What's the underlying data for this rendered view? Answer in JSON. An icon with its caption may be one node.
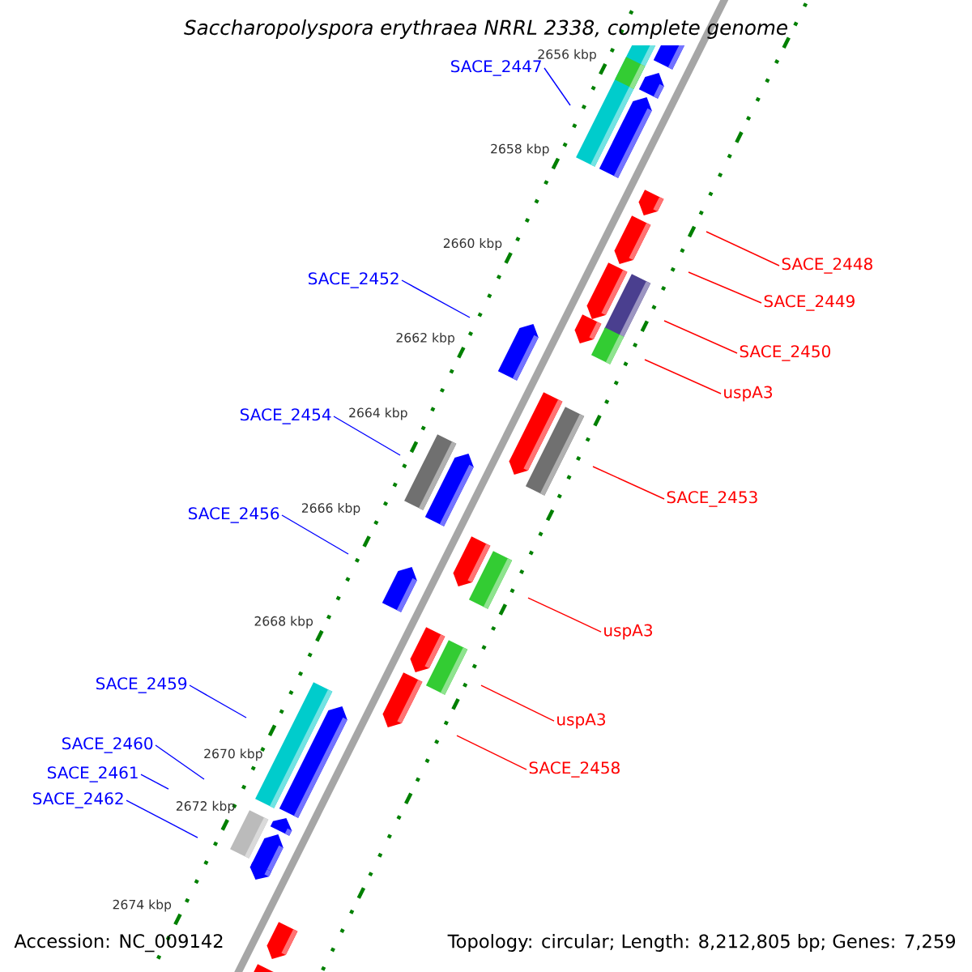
{
  "diagram": {
    "title": "Saccharopolyspora erythraea NRRL 2338, complete genome",
    "nodes": [
      {
        "text": [
          "SACE_2447"
        ]
      },
      {
        "text": [
          "SACE_2448"
        ]
      },
      {
        "text": [
          "SACE_2452"
        ]
      },
      {
        "text": [
          "SACE_2449"
        ]
      },
      {
        "text": [
          "SACE_2450"
        ]
      },
      {
        "text": [
          "uspA3"
        ]
      },
      {
        "text": [
          "SACE_2454"
        ]
      },
      {
        "text": [
          "SACE_2453"
        ]
      },
      {
        "text": [
          "SACE_2456"
        ]
      },
      {
        "text": [
          "uspA3"
        ]
      },
      {
        "text": [
          "SACE_2459"
        ]
      },
      {
        "text": [
          "uspA3"
        ]
      },
      {
        "text": [
          "SACE_2460"
        ]
      },
      {
        "text": [
          "SACE_2458"
        ]
      },
      {
        "text": [
          "SACE_2461"
        ]
      },
      {
        "text": [
          "SACE_2462"
        ]
      }
    ],
    "edges": [
      {
        "from": 0,
        "to": null,
        "arrow": "none",
        "color": "#0000ff"
      },
      {
        "from": 1,
        "to": null,
        "arrow": "none",
        "color": "#ff0000"
      },
      {
        "from": 2,
        "to": null,
        "arrow": "none",
        "color": "#0000ff"
      },
      {
        "from": 3,
        "to": null,
        "arrow": "none",
        "color": "#ff0000"
      },
      {
        "from": 4,
        "to": null,
        "arrow": "none",
        "color": "#ff0000"
      },
      {
        "from": 5,
        "to": null,
        "arrow": "none",
        "color": "#ff0000"
      },
      {
        "from": 6,
        "to": null,
        "arrow": "none",
        "color": "#0000ff"
      },
      {
        "from": 7,
        "to": null,
        "arrow": "none",
        "color": "#ff0000"
      },
      {
        "from": 8,
        "to": null,
        "arrow": "none",
        "color": "#0000ff"
      },
      {
        "from": 9,
        "to": null,
        "arrow": "none",
        "color": "#ff0000"
      },
      {
        "from": 10,
        "to": null,
        "arrow": "none",
        "color": "#0000ff"
      },
      {
        "from": 11,
        "to": null,
        "arrow": "none",
        "color": "#ff0000"
      },
      {
        "from": 12,
        "to": null,
        "arrow": "none",
        "color": "#0000ff"
      },
      {
        "from": 13,
        "to": null,
        "arrow": "none",
        "color": "#ff0000"
      },
      {
        "from": 14,
        "to": null,
        "arrow": "none",
        "color": "#0000ff"
      },
      {
        "from": 15,
        "to": null,
        "arrow": "none",
        "color": "#0000ff"
      }
    ],
    "labels": [
      "2656 kbp",
      "2658 kbp",
      "2660 kbp",
      "2662 kbp",
      "2664 kbp",
      "2666 kbp",
      "2668 kbp",
      "2670 kbp",
      "2672 kbp",
      "2674 kbp",
      "Accession: NC_009142",
      "Topology: circular; Length: 8,212,805 bp; Genes: 7,259"
    ]
  }
}
